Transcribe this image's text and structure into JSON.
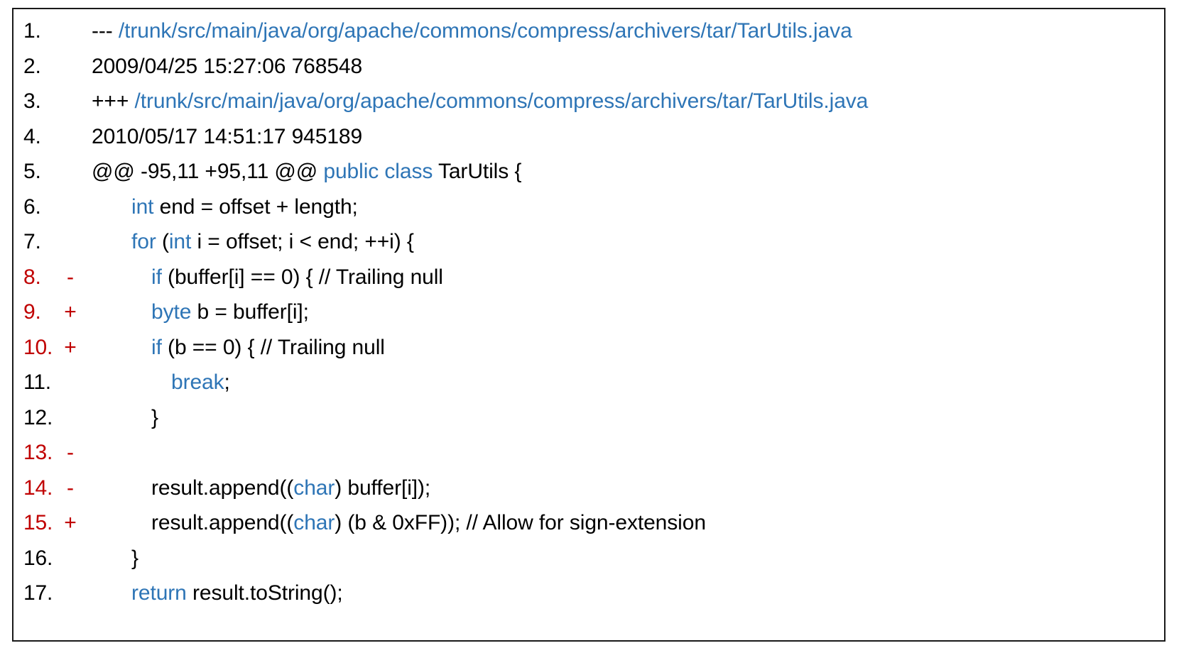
{
  "document": {
    "type": "unified-diff",
    "title": "TarUtils.java patch",
    "colors": {
      "keyword_blue": "#2E75B6",
      "path_blue": "#2E75B6",
      "changed_line_red": "#C00000",
      "text_black": "#000000",
      "border": "#1A1A1A",
      "background": "#FFFFFF"
    },
    "old_file": "/trunk/src/main/java/org/apache/commons/compress/archivers/tar/TarUtils.java",
    "new_file": "/trunk/src/main/java/org/apache/commons/compress/archivers/tar/TarUtils.java",
    "old_revision_stamp": "2009/04/25 15:27:06  768548",
    "new_revision_stamp": "2010/05/17 14:51:17  945189",
    "hunk_header": "@@ -95,11 +95,11 @@",
    "hunk_context": "public class TarUtils {"
  },
  "lines": [
    {
      "number": "1.",
      "marker": "",
      "changed": false,
      "indent": 0,
      "segments": [
        {
          "text": "--- ",
          "color": "black"
        },
        {
          "text": "/trunk/src/main/java/org/apache/commons/compress/archivers/tar/TarUtils.java",
          "color": "blue"
        }
      ]
    },
    {
      "number": "2.",
      "marker": "",
      "changed": false,
      "indent": 0,
      "segments": [
        {
          "text": "2009/04/25 15:27:06  768548",
          "color": "black"
        }
      ]
    },
    {
      "number": "3.",
      "marker": "",
      "changed": false,
      "indent": 0,
      "segments": [
        {
          "text": "+++ ",
          "color": "black"
        },
        {
          "text": "/trunk/src/main/java/org/apache/commons/compress/archivers/tar/TarUtils.java",
          "color": "blue"
        }
      ]
    },
    {
      "number": "4.",
      "marker": "",
      "changed": false,
      "indent": 0,
      "segments": [
        {
          "text": "2010/05/17 14:51:17  945189",
          "color": "black"
        }
      ]
    },
    {
      "number": "5.",
      "marker": "",
      "changed": false,
      "indent": 0,
      "segments": [
        {
          "text": "@@ -95,11 +95,11 @@ ",
          "color": "black"
        },
        {
          "text": "public class",
          "color": "blue"
        },
        {
          "text": " TarUtils {",
          "color": "black"
        }
      ]
    },
    {
      "number": "6.",
      "marker": "",
      "changed": false,
      "indent": 1,
      "segments": [
        {
          "text": "int",
          "color": "blue"
        },
        {
          "text": "   end = offset + length;",
          "color": "black"
        }
      ]
    },
    {
      "number": "7.",
      "marker": "",
      "changed": false,
      "indent": 1,
      "segments": [
        {
          "text": "for",
          "color": "blue"
        },
        {
          "text": " (",
          "color": "black"
        },
        {
          "text": "int",
          "color": "blue"
        },
        {
          "text": " i = offset; i < end; ++i) {",
          "color": "black"
        }
      ]
    },
    {
      "number": "8.",
      "marker": "-",
      "changed": true,
      "indent": 2,
      "segments": [
        {
          "text": "if",
          "color": "blue"
        },
        {
          "text": " (buffer[i] == 0) { // Trailing null",
          "color": "black"
        }
      ]
    },
    {
      "number": "9.",
      "marker": "+",
      "changed": true,
      "indent": 2,
      "segments": [
        {
          "text": "byte",
          "color": "blue"
        },
        {
          "text": " b = buffer[i];",
          "color": "black"
        }
      ]
    },
    {
      "number": "10.",
      "marker": "+",
      "changed": true,
      "indent": 2,
      "segments": [
        {
          "text": "if",
          "color": "blue"
        },
        {
          "text": " (b == 0) { // Trailing null",
          "color": "black"
        }
      ]
    },
    {
      "number": "11.",
      "marker": "",
      "changed": false,
      "indent": 3,
      "segments": [
        {
          "text": "break",
          "color": "blue"
        },
        {
          "text": ";",
          "color": "black"
        }
      ]
    },
    {
      "number": "12.",
      "marker": "",
      "changed": false,
      "indent": 2,
      "segments": [
        {
          "text": "}",
          "color": "black"
        }
      ]
    },
    {
      "number": "13.",
      "marker": "-",
      "changed": true,
      "indent": 2,
      "segments": []
    },
    {
      "number": "14.",
      "marker": "-",
      "changed": true,
      "indent": 2,
      "segments": [
        {
          "text": "result.append((",
          "color": "black"
        },
        {
          "text": "char",
          "color": "blue"
        },
        {
          "text": ") buffer[i]);",
          "color": "black"
        }
      ]
    },
    {
      "number": "15.",
      "marker": "+",
      "changed": true,
      "indent": 2,
      "segments": [
        {
          "text": "result.append((",
          "color": "black"
        },
        {
          "text": "char",
          "color": "blue"
        },
        {
          "text": ") (b & 0xFF)); // Allow for sign-extension",
          "color": "black"
        }
      ]
    },
    {
      "number": "16.",
      "marker": "",
      "changed": false,
      "indent": 1,
      "segments": [
        {
          "text": "}",
          "color": "black"
        }
      ]
    },
    {
      "number": "17.",
      "marker": "",
      "changed": false,
      "indent": 1,
      "segments": [
        {
          "text": "return",
          "color": "blue"
        },
        {
          "text": " result.toString();",
          "color": "black"
        }
      ]
    }
  ]
}
